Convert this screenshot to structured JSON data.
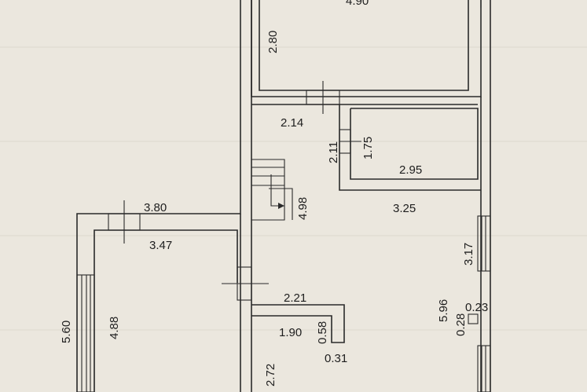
{
  "dimensions": {
    "top_room_width": "4.90",
    "top_room_height": "2.80",
    "hall_width": "2.14",
    "closet_height_a": "2.11",
    "closet_height_b": "1.75",
    "closet_width": "2.95",
    "stair_length": "4.98",
    "right_room_width": "3.25",
    "right_window_height": "3.17",
    "left_room_outer_width": "3.80",
    "left_room_inner_width": "3.47",
    "left_room_outer_height": "5.60",
    "left_room_inner_height": "4.88",
    "niche_width": "2.21",
    "niche_inner_width": "1.90",
    "niche_depth": "0.58",
    "niche_wall": "0.31",
    "corridor_height": "2.72",
    "right_room_height": "5.96",
    "column_a": "0.23",
    "column_b": "0.28"
  }
}
